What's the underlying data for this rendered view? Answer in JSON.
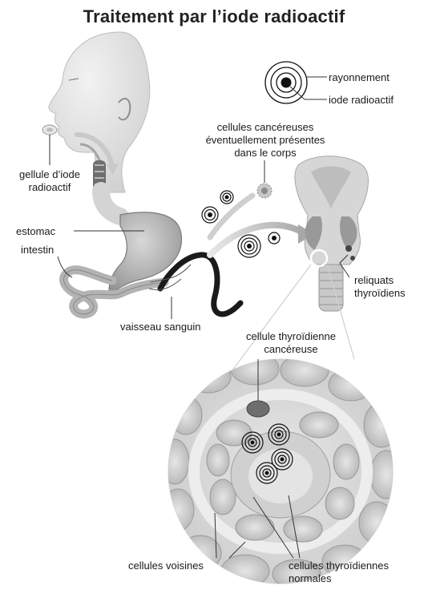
{
  "title": "Traitement par l’iode radioactif",
  "legend": {
    "radiation": "rayonnement",
    "iodine": "iode radioactif"
  },
  "labels": {
    "capsule_line1": "gellule d’iode",
    "capsule_line2": "radioactif",
    "stomach": "estomac",
    "intestine": "intestin",
    "blood_vessel": "vaisseau sanguin",
    "cancer_cells_line1": "cellules cancéreuses",
    "cancer_cells_line2": "éventuellement présentes",
    "cancer_cells_line3": "dans le corps",
    "remnants_line1": "reliquats",
    "remnants_line2": "thyroïdiens",
    "cancer_thyroid_line1": "cellule thyroïdienne",
    "cancer_thyroid_line2": "cancéreuse",
    "neighbor_cells": "cellules voisines",
    "normal_cells_line1": "cellules thyroïdiennes",
    "normal_cells_line2": "normales"
  },
  "colors": {
    "ink": "#1a1a1a",
    "skin": "#d9d9d9",
    "organ": "#bdbdbd",
    "dark_organ": "#7a7a7a",
    "cell_fill": "#c9c9c9",
    "cell_border": "#9a9a9a"
  }
}
